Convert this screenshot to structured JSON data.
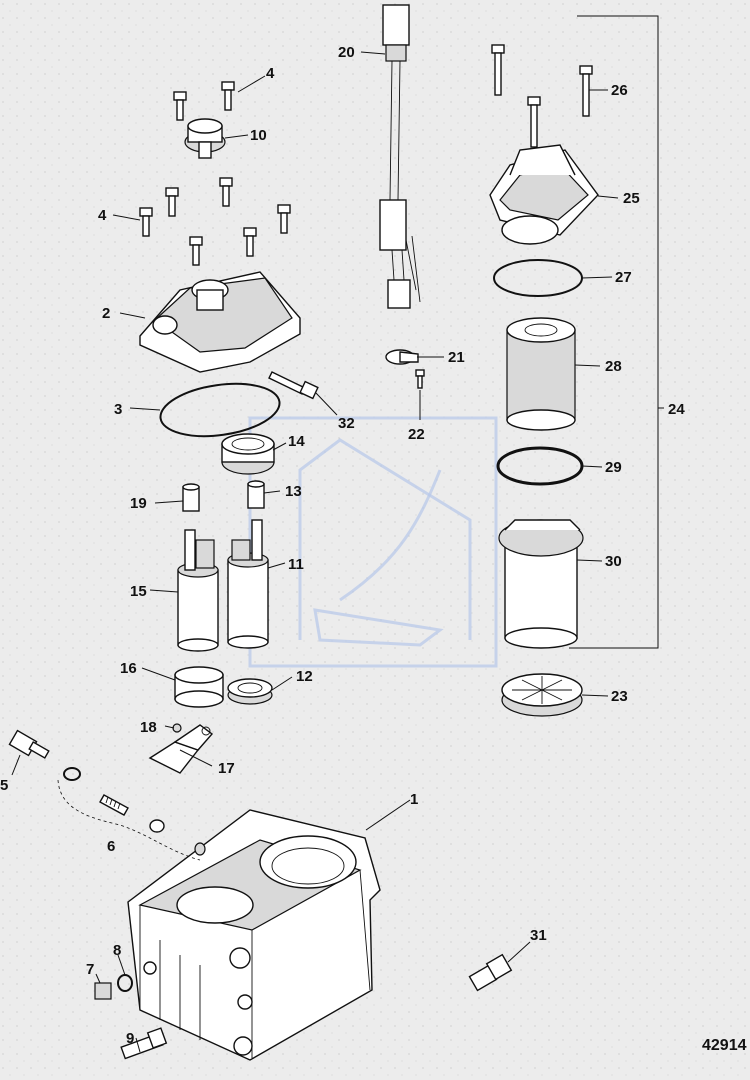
{
  "diagram": {
    "code": "42914",
    "callouts": [
      {
        "id": "c1",
        "label": "1"
      },
      {
        "id": "c2",
        "label": "2"
      },
      {
        "id": "c3",
        "label": "3"
      },
      {
        "id": "c4a",
        "label": "4"
      },
      {
        "id": "c4b",
        "label": "4"
      },
      {
        "id": "c5",
        "label": "5"
      },
      {
        "id": "c6",
        "label": "6"
      },
      {
        "id": "c7",
        "label": "7"
      },
      {
        "id": "c8",
        "label": "8"
      },
      {
        "id": "c9",
        "label": "9"
      },
      {
        "id": "c10",
        "label": "10"
      },
      {
        "id": "c11",
        "label": "11"
      },
      {
        "id": "c12",
        "label": "12"
      },
      {
        "id": "c13",
        "label": "13"
      },
      {
        "id": "c14",
        "label": "14"
      },
      {
        "id": "c15",
        "label": "15"
      },
      {
        "id": "c16",
        "label": "16"
      },
      {
        "id": "c17",
        "label": "17"
      },
      {
        "id": "c18",
        "label": "18"
      },
      {
        "id": "c19",
        "label": "19"
      },
      {
        "id": "c20",
        "label": "20"
      },
      {
        "id": "c21",
        "label": "21"
      },
      {
        "id": "c22",
        "label": "22"
      },
      {
        "id": "c23",
        "label": "23"
      },
      {
        "id": "c24",
        "label": "24"
      },
      {
        "id": "c25",
        "label": "25"
      },
      {
        "id": "c26",
        "label": "26"
      },
      {
        "id": "c27",
        "label": "27"
      },
      {
        "id": "c28",
        "label": "28"
      },
      {
        "id": "c29",
        "label": "29"
      },
      {
        "id": "c30",
        "label": "30"
      },
      {
        "id": "c31",
        "label": "31"
      },
      {
        "id": "c32",
        "label": "32"
      }
    ]
  }
}
